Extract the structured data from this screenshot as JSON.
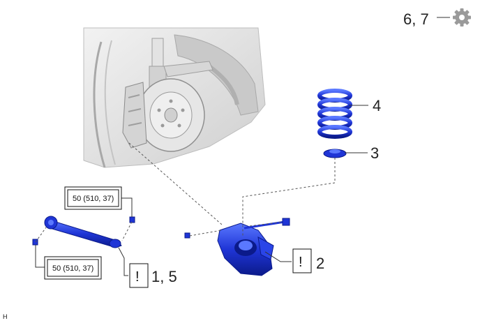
{
  "callouts": {
    "spring": "4",
    "insulator": "3",
    "knuckle": "2",
    "arm": "1, 5",
    "top_right": "6, 7"
  },
  "torque_specs": {
    "upper": "50 (510, 37)",
    "lower": "50 (510, 37)"
  },
  "notice_symbol": "!",
  "corner_mark": "H",
  "icons": {
    "top_right": "gear-icon",
    "notice": "exclamation-box-icon"
  },
  "colors": {
    "part_blue": "#1f35d6",
    "part_blue_dark": "#0b1a8a",
    "part_blue_light": "#5a78ff",
    "body_gray": "#d9d9d9",
    "line_gray": "#8a8a8a",
    "gear_gray": "#9a9a9a"
  }
}
